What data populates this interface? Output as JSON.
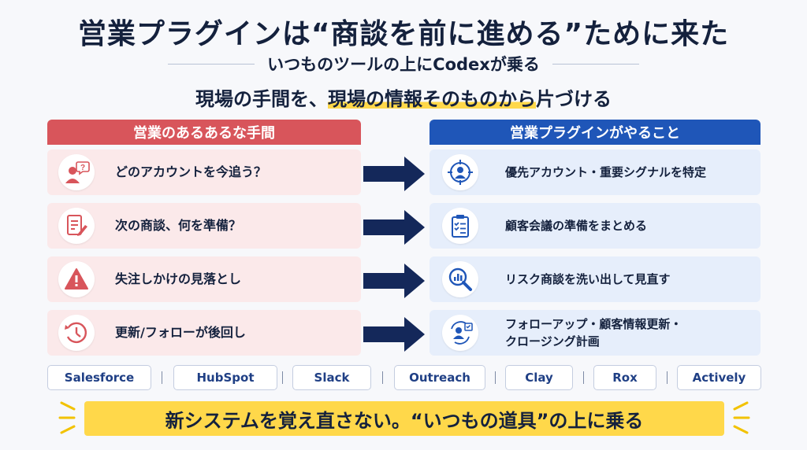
{
  "title": "営業プラグインは“商談を前に進める”ために来た",
  "subtitle": "いつものツールの上にCodexが乗る",
  "tagline": {
    "before": "現場の手間を、",
    "highlight": "現場の情報そのものから",
    "after": "片づける"
  },
  "left_column": {
    "header": "営業のあるあるな手間",
    "rows": [
      {
        "icon": "person-question-icon",
        "text": "どのアカウントを今追う？"
      },
      {
        "icon": "document-edit-icon",
        "text": "次の商談、何を準備？"
      },
      {
        "icon": "warning-icon",
        "text": "失注しかけの見落とし"
      },
      {
        "icon": "clock-icon",
        "text": "更新/フォローが後回し"
      }
    ]
  },
  "right_column": {
    "header": "営業プラグインがやること",
    "rows": [
      {
        "icon": "target-person-icon",
        "text": "優先アカウント・重要シグナルを特定"
      },
      {
        "icon": "clipboard-checklist-icon",
        "text": "顧客会議の準備をまとめる"
      },
      {
        "icon": "magnifier-chart-icon",
        "text": "リスク商談を洗い出して見直す"
      },
      {
        "icon": "person-cycle-check-icon",
        "text_line1": "フォローアップ・顧客情報更新・",
        "text_line2": "クロージング計画"
      }
    ]
  },
  "tools": [
    "Salesforce",
    "HubSpot",
    "Slack",
    "Outreach",
    "Clay",
    "Rox",
    "Actively"
  ],
  "banner": "新システムを覚え直さない。“いつもの道具”の上に乗る",
  "colors": {
    "navy": "#14213d",
    "red": "#d8555b",
    "blue": "#1f56b8",
    "yellow": "#ffd84a",
    "arrow": "#14285a"
  }
}
